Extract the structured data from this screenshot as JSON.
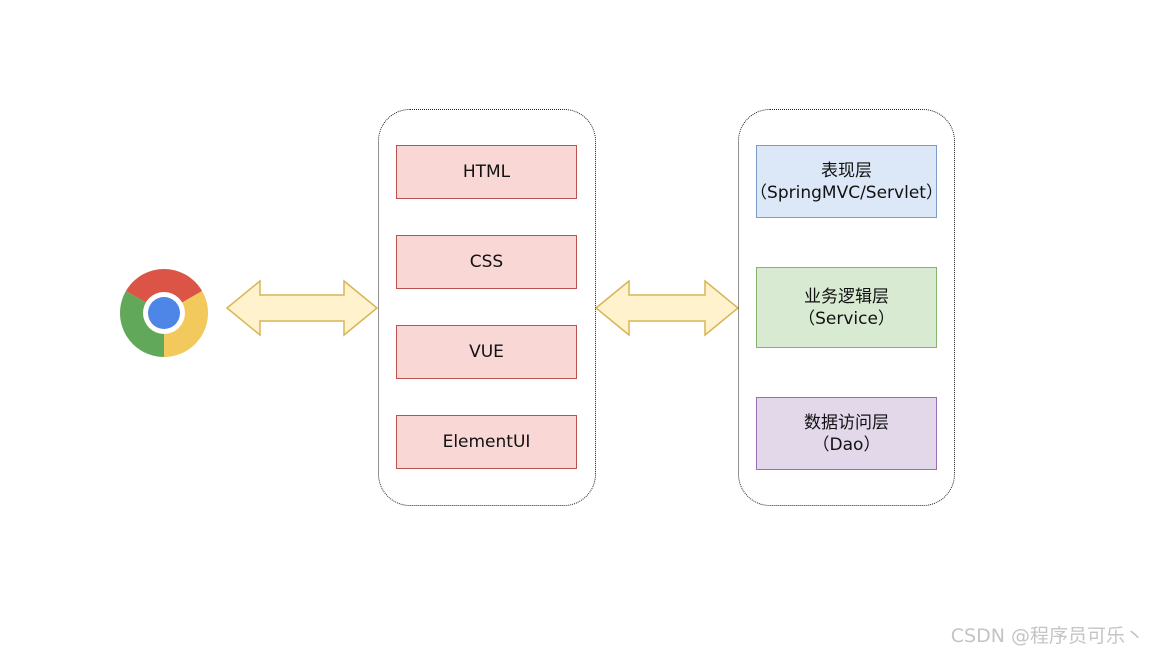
{
  "frontend": {
    "layers": [
      "HTML",
      "CSS",
      "VUE",
      "ElementUI"
    ]
  },
  "backend": {
    "layers": [
      {
        "line1": "表现层",
        "line2": "（SpringMVC/Servlet）"
      },
      {
        "line1": "业务逻辑层",
        "line2": "（Service）"
      },
      {
        "line1": "数据访问层",
        "line2": "（Dao）"
      }
    ]
  },
  "icons": {
    "browser": "chrome-icon",
    "arrow": "double-arrow-icon"
  },
  "colors": {
    "frontend_fill": "#f8d7d5",
    "frontend_stroke": "#b9534f",
    "presentation_fill": "#dce8f7",
    "business_fill": "#d9ead3",
    "data_fill": "#e3d8ea",
    "arrow_fill": "#fff2cc",
    "arrow_stroke": "#d6b656"
  },
  "watermark": "CSDN @程序员可乐丶"
}
